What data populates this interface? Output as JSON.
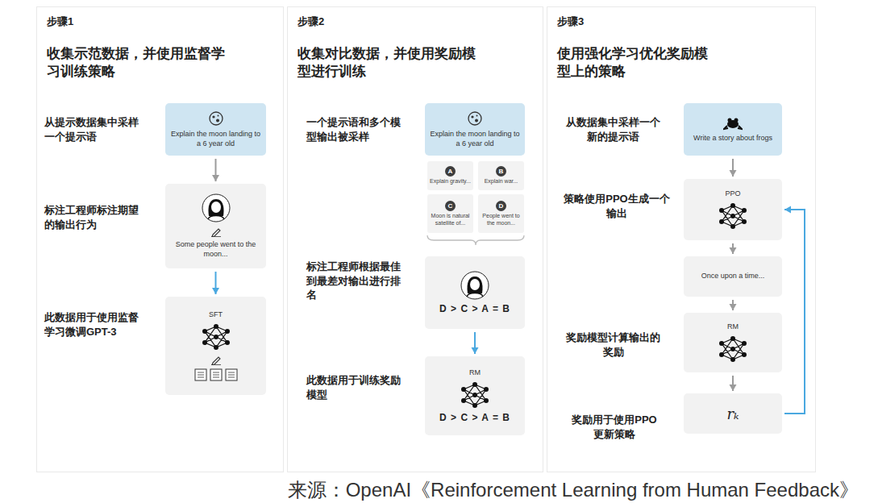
{
  "diagram": {
    "caption": "来源：OpenAI《Reinforcement Learning from Human Feedback》",
    "nodes": [
      {
        "text": [
          "步骤1",
          "收集示范数据，并使用监督学习训练策略"
        ]
      },
      {
        "text": [
          "Explain the moon landing to a 6 year old"
        ],
        "in": 0
      },
      {
        "text": [
          "Some people went to the moon..."
        ],
        "in": 0
      },
      {
        "text": [
          "SFT"
        ],
        "in": 0
      },
      {
        "text": [
          "步骤2",
          "收集对比数据，并使用奖励模型进行训练"
        ]
      },
      {
        "text": [
          "Explain the moon landing to a 6 year old"
        ],
        "in": 4
      },
      {
        "text": [
          "A",
          "Explain gravity..."
        ],
        "in": 4
      },
      {
        "text": [
          "B",
          "Explain war..."
        ],
        "in": 4
      },
      {
        "text": [
          "C",
          "Moon is natural satellite of..."
        ],
        "in": 4
      },
      {
        "text": [
          "D",
          "People went to the moon..."
        ],
        "in": 4
      },
      {
        "text": [
          "D > C > A = B"
        ],
        "in": 4
      },
      {
        "text": [
          "RM",
          "D > C > A = B"
        ],
        "in": 4
      },
      {
        "text": [
          "步骤3",
          "使用强化学习优化奖励模型上的策略"
        ]
      },
      {
        "text": [
          "Write a story about frogs"
        ],
        "in": 12
      },
      {
        "text": [
          "PPO"
        ],
        "in": 12
      },
      {
        "text": [
          "Once upon a time..."
        ],
        "in": 12
      },
      {
        "text": [
          "RM"
        ],
        "in": 12
      },
      {
        "text": [
          "rₖ"
        ],
        "in": 12
      }
    ],
    "edges": [
      {
        "from": 1,
        "to": 2,
        "arrow": "to"
      },
      {
        "from": 2,
        "to": 3,
        "arrow": "to"
      },
      {
        "from": 10,
        "to": 11,
        "arrow": "to"
      },
      {
        "from": 13,
        "to": 14,
        "arrow": "to"
      },
      {
        "from": 14,
        "to": 15,
        "arrow": "to"
      },
      {
        "from": 15,
        "to": 16,
        "arrow": "to"
      },
      {
        "from": 16,
        "to": 17,
        "arrow": "to"
      },
      {
        "from": 17,
        "to": 14,
        "arrow": "to"
      }
    ],
    "labels": [
      "从提示数据集中采样一个提示语",
      "标注工程师标注期望的输出行为",
      "此数据用于使用监督学习微调GPT-3",
      "一个提示语和多个模型输出被采样",
      "标注工程师根据最佳到最差对输出进行排名",
      "此数据用于训练奖励模型",
      "从数据集中采样一个新的提示语",
      "策略使用PPO生成一个输出",
      "奖励模型计算输出的奖励",
      "奖励用于使用PPO更新策略"
    ]
  }
}
